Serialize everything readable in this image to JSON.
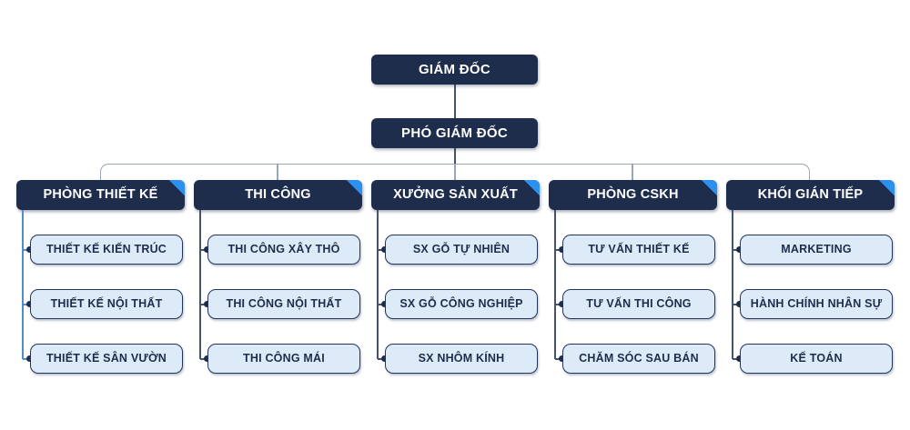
{
  "colors": {
    "navy": "#1f2d4d",
    "accent_blue": "#2b90ee",
    "sub_fill": "#ddeaf8",
    "sub_border": "#24355c",
    "bus_line": "#9aa5b5",
    "chain_line": "#44546a",
    "col1_line": "#4e8ed0",
    "col_line": "#44546a"
  },
  "root": {
    "label": "GIÁM ĐỐC"
  },
  "deputy": {
    "label": "PHÓ GIÁM ĐỐC"
  },
  "departments": [
    {
      "label": "PHÒNG THIẾT KẾ",
      "children": [
        "THIẾT KẾ KIẾN TRÚC",
        "THIẾT KẾ NỘI THẤT",
        "THIẾT KẾ SÂN VƯỜN"
      ]
    },
    {
      "label": "THI CÔNG",
      "children": [
        "THI CÔNG XÂY THÔ",
        "THI CÔNG NỘI THẤT",
        "THI CÔNG MÁI"
      ]
    },
    {
      "label": "XƯỞNG SẢN XUẤT",
      "children": [
        "SX GỖ TỰ NHIÊN",
        "SX GỖ CÔNG NGHIỆP",
        "SX NHÔM KÍNH"
      ]
    },
    {
      "label": "PHÒNG CSKH",
      "children": [
        "TƯ VẤN THIẾT KẾ",
        "TƯ VẤN THI CÔNG",
        "CHĂM SÓC SAU BÁN"
      ]
    },
    {
      "label": "KHỐI GIÁN TIẾP",
      "children": [
        "MARKETING",
        "HÀNH CHÍNH NHÂN SỰ",
        "KẾ TOÁN"
      ]
    }
  ]
}
